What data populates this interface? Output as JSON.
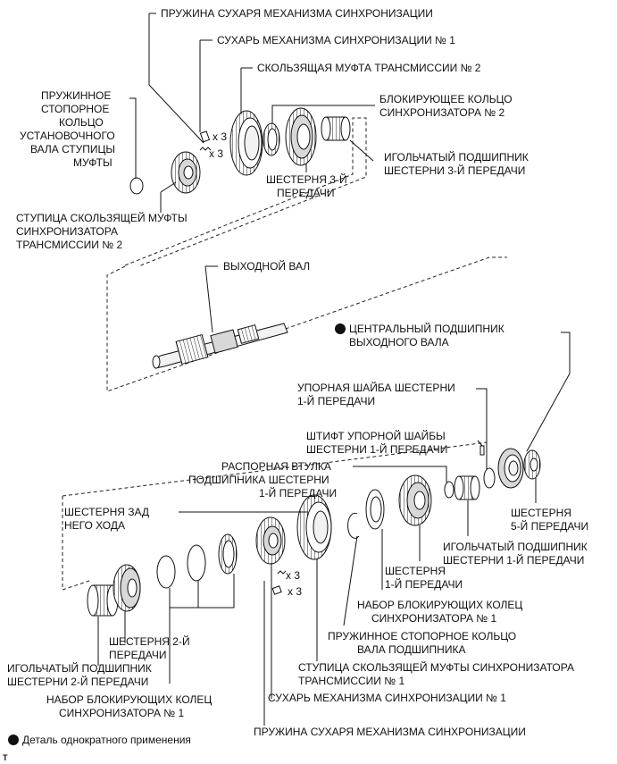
{
  "labels": {
    "spring_top": "ПРУЖИНА СУХАРЯ МЕХАНИЗМА СИНХРОНИЗАЦИИ",
    "key_top": "СУХАРЬ МЕХАНИЗМА СИНХРОНИЗАЦИИ № 1",
    "sleeve2": "СКОЛЬЗЯЩАЯ МУФТА ТРАНСМИССИИ № 2",
    "snap_ring_l1": "ПРУЖИННОЕ",
    "snap_ring_l2": "СТОПОРНОЕ",
    "snap_ring_l3": "КОЛЬЦО",
    "snap_ring_l4": "УСТАНОВОЧНОГО",
    "snap_ring_l5": "ВАЛА СТУПИЦЫ",
    "snap_ring_l6": "МУФТЫ",
    "blocker2_l1": "БЛОКИРУЮЩЕЕ КОЛЬЦО",
    "blocker2_l2": "СИНХРОНИЗАТОРА № 2",
    "needle3_l1": "ИГОЛЬЧАТЫЙ ПОДШИПНИК",
    "needle3_l2": "ШЕСТЕРНИ 3-Й ПЕРЕДАЧИ",
    "gear3_l1": "ШЕСТЕРНЯ 3-Й",
    "gear3_l2": "ПЕРЕДАЧИ",
    "hub2_l1": "СТУПИЦА СКОЛЬЗЯЩЕЙ МУФТЫ",
    "hub2_l2": "СИНХРОНИЗАТОРА",
    "hub2_l3": "ТРАНСМИССИИ № 2",
    "shaft": "ВЫХОДНОЙ ВАЛ",
    "center_bearing_l1": "ЦЕНТРАЛЬНЫЙ ПОДШИПНИК",
    "center_bearing_l2": "ВЫХОДНОГО ВАЛА",
    "thrust_washer_l1": "УПОРНАЯ ШАЙБА ШЕСТЕРНИ",
    "thrust_washer_l2": "1-Й ПЕРЕДАЧИ",
    "pin_l1": "ШТИФТ УПОРНОЙ ШАЙБЫ",
    "pin_l2": "ШЕСТЕРНИ 1-Й ПЕРЕДАЧИ",
    "spacer_l1": "РАСПОРНАЯ ВТУЛКА",
    "spacer_l2": "ПОДШИПНИКА ШЕСТЕРНИ",
    "spacer_l3": "1-Й ПЕРЕДАЧИ",
    "reverse_l1": "ШЕСТЕРНЯ ЗАД",
    "reverse_l2": "НЕГО ХОДА",
    "gear5_l1": "ШЕСТЕРНЯ",
    "gear5_l2": "5-Й ПЕРЕДАЧИ",
    "needle1_l1": "ИГОЛЬЧАТЫЙ ПОДШИПНИК",
    "needle1_l2": "ШЕСТЕРНИ 1-Й ПЕРЕДАЧИ",
    "gear1_l1": "ШЕСТЕРНЯ",
    "gear1_l2": "1-Й ПЕРЕДАЧИ",
    "blocker_set_right_l1": "НАБОР БЛОКИРУЮЩИХ КОЛЕЦ",
    "blocker_set_right_l2": "СИНХРОНИЗАТОРА № 1",
    "snap_ring_bearing_l1": "ПРУЖИННОЕ СТОПОРНОЕ КОЛЬЦО",
    "snap_ring_bearing_l2": "ВАЛА ПОДШИПНИКА",
    "hub1_l1": "СТУПИЦА СКОЛЬЗЯЩЕЙ МУФТЫ СИНХРОНИЗАТОРА",
    "hub1_l2": "ТРАНСМИССИИ № 1",
    "key_bottom": "СУХАРЬ МЕХАНИЗМА СИНХРОНИЗАЦИИ № 1",
    "spring_bottom": "ПРУЖИНА СУХАРЯ МЕХАНИЗМА СИНХРОНИЗАЦИИ",
    "gear2_l1": "ШЕСТЕРНЯ 2-Й",
    "gear2_l2": "ПЕРЕДАЧИ",
    "needle2_l1": "ИГОЛЬЧАТЫЙ ПОДШИПНИК",
    "needle2_l2": "ШЕСТЕРНИ 2-Й ПЕРЕДАЧИ",
    "blocker_set_left_l1": "НАБОР БЛОКИРУЮЩИХ КОЛЕЦ",
    "blocker_set_left_l2": "СИНХРОНИЗАТОРА № 1",
    "qty_spring_top": "x 3",
    "qty_key_top": "x 3",
    "qty_spring_bottom": "x 3",
    "qty_key_bottom": "x 3",
    "legend": "Деталь однократного применения",
    "corner_mark": "T"
  },
  "colors": {
    "ink": "#111111",
    "fill_light": "#f2f2f2",
    "fill_mid": "#d8d8d8",
    "fill_dark": "#9a9a9a"
  }
}
